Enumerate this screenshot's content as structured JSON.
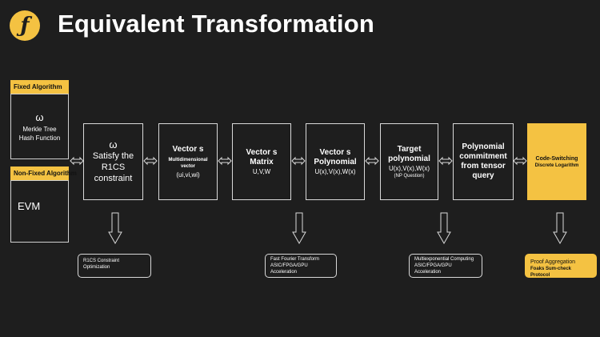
{
  "header": {
    "title": "Equivalent Transformation",
    "logo_glyph": "ƒ",
    "logo_icon": "coin-f-icon"
  },
  "colors": {
    "accent": "#f4c242",
    "background": "#1e1e1e",
    "stroke": "#d9d9d9"
  },
  "left": {
    "fixed_label": "Fixed Algorithm",
    "fixed_symbol": "ω",
    "fixed_line1": "Merkle Tree",
    "fixed_line2": "Hash Function",
    "nonfixed_label": "Non-Fixed Algorithm",
    "nonfixed_text": "EVM"
  },
  "stages": [
    {
      "symbol": "ω",
      "line1": "Satisfy the",
      "line2": "R1CS",
      "line3": "constraint"
    },
    {
      "title": "Vector s",
      "sub1": "Multidimensional",
      "sub2": "vector",
      "detail": "(ui,vi,wi)"
    },
    {
      "title": "Vector s",
      "title2": "Matrix",
      "detail": "U,V,W"
    },
    {
      "title": "Vector s",
      "title2": "Polynomial",
      "detail": "U(x),V(x),W(x)"
    },
    {
      "title": "Target",
      "title2": "polynomial",
      "detail": "U(x),V(x),W(x)",
      "note": "(NP Question)"
    },
    {
      "title": "Polynomial",
      "title2": "commitment",
      "title3": "from tensor",
      "title4": "query"
    },
    {
      "title": "Code-Switching",
      "sub1": "Discrete Logarithm"
    }
  ],
  "notes": [
    {
      "line1": "R1CS Constraint",
      "line2": "Optimization"
    },
    {
      "line1": "Fast Fourier Transform",
      "line2": "ASIC/FPGA/GPU",
      "line3": "Acceleration"
    },
    {
      "line1": "Multiexponential Computing",
      "line2": "ASIC/FPGA/GPU",
      "line3": "Acceleration"
    },
    {
      "line1": "Proof Aggregation",
      "line2": "Foaks Sum-check Protocol"
    }
  ]
}
